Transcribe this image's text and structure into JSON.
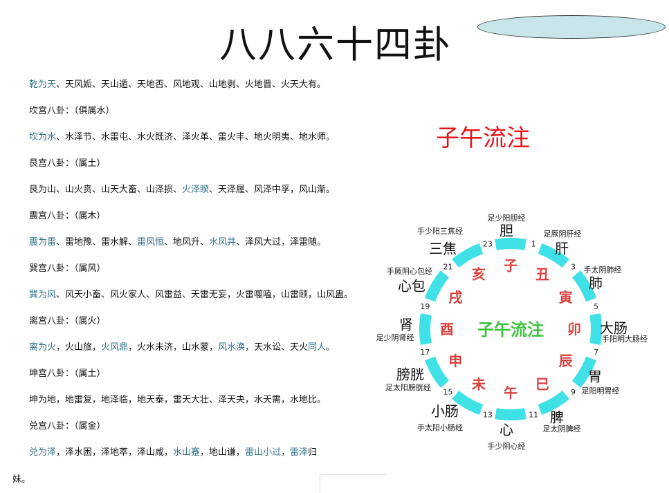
{
  "title": "八八六十四卦",
  "subtitle": "子午流注",
  "lines": [
    [
      {
        "t": "乾为天",
        "h": 1
      },
      {
        "t": "、天风姤、天山遁、天地否、风地观、山地剥、火地晋、火天大有。",
        "h": 0
      }
    ],
    [
      {
        "t": "坎宫八卦：（俱属水）",
        "h": 0
      }
    ],
    [
      {
        "t": "坎为水",
        "h": 1
      },
      {
        "t": "、水泽节、水雷屯、水火既济、泽火革、雷火丰、地火明夷、地水师。",
        "h": 0
      }
    ],
    [
      {
        "t": "艮宫八卦：（属土）",
        "h": 0
      }
    ],
    [
      {
        "t": "艮为山、山火贲、山天大畜、山泽损、",
        "h": 0
      },
      {
        "t": "火泽睽",
        "h": 1
      },
      {
        "t": "、天泽履、风泽中孚，风山渐。",
        "h": 0
      }
    ],
    [
      {
        "t": "震宫八卦：（属木）",
        "h": 0
      }
    ],
    [
      {
        "t": "震为雷",
        "h": 1
      },
      {
        "t": "、雷地豫、雷水解、",
        "h": 0
      },
      {
        "t": "雷风恒",
        "h": 1
      },
      {
        "t": "、地风升、",
        "h": 0
      },
      {
        "t": "水风井",
        "h": 1
      },
      {
        "t": "、泽风大过，泽雷随。",
        "h": 0
      }
    ],
    [
      {
        "t": "巽宫八卦：（属风）",
        "h": 0
      }
    ],
    [
      {
        "t": "巽为风",
        "h": 1
      },
      {
        "t": "、风天小畜、风火家人、风雷益、天雷无妄，火雷噬嗑，山雷颐，山风蛊。",
        "h": 0
      }
    ],
    [
      {
        "t": "离宫八卦：（属火）",
        "h": 0
      }
    ],
    [
      {
        "t": "离为火",
        "h": 1
      },
      {
        "t": "，火山旅，",
        "h": 0
      },
      {
        "t": "火风鼎",
        "h": 1
      },
      {
        "t": "，火水未济，山水蒙，",
        "h": 0
      },
      {
        "t": "风水涣",
        "h": 1
      },
      {
        "t": "，天水讼、天火",
        "h": 0
      },
      {
        "t": "同人",
        "h": 1
      },
      {
        "t": "。",
        "h": 0
      }
    ],
    [
      {
        "t": "坤宫八卦：（属土）",
        "h": 0
      }
    ],
    [
      {
        "t": "坤为地，地雷复，地泽临，地天泰，雷天大壮、泽天夬，水天需，水地比。",
        "h": 0
      }
    ],
    [
      {
        "t": "兑宫八卦：（属金）",
        "h": 0
      }
    ],
    [
      {
        "t": "兑为泽",
        "h": 1
      },
      {
        "t": "，泽水困，泽地萃，泽山咸，",
        "h": 0
      },
      {
        "t": "水山蹇",
        "h": 1
      },
      {
        "t": "，地山谦，",
        "h": 0
      },
      {
        "t": "雷山小过",
        "h": 1
      },
      {
        "t": "，",
        "h": 0
      },
      {
        "t": "雷泽",
        "h": 1
      },
      {
        "t": "归",
        "h": 0
      }
    ]
  ],
  "last_line": "妹。",
  "diagram": {
    "center": "子午流注",
    "branches": [
      "子",
      "丑",
      "寅",
      "卯",
      "辰",
      "巳",
      "午",
      "未",
      "申",
      "酉",
      "戌",
      "亥"
    ],
    "hours": [
      "1",
      "3",
      "5",
      "7",
      "9",
      "11",
      "13",
      "15",
      "17",
      "19",
      "21",
      "23"
    ],
    "organs": [
      {
        "organ": "胆",
        "meridian": "足少阳胆经"
      },
      {
        "organ": "肝",
        "meridian": "足厥阴肝经"
      },
      {
        "organ": "肺",
        "meridian": "手太阴肺经"
      },
      {
        "organ": "大肠",
        "meridian": "手阳明大肠经"
      },
      {
        "organ": "胃",
        "meridian": "足阳明胃经"
      },
      {
        "organ": "脾",
        "meridian": "足太阴脾经"
      },
      {
        "organ": "心",
        "meridian": "手少阴心经"
      },
      {
        "organ": "小肠",
        "meridian": "手太阳小肠经"
      },
      {
        "organ": "膀胱",
        "meridian": "足太阳膀胱经"
      },
      {
        "organ": "肾",
        "meridian": "足少阴肾经"
      },
      {
        "organ": "心包",
        "meridian": "手厥阴心包经"
      },
      {
        "organ": "三焦",
        "meridian": "手少阳三焦经"
      }
    ],
    "colors": {
      "segment": "#3fe0e6",
      "branch": "#d9413f",
      "center": "#3ec13e"
    }
  }
}
